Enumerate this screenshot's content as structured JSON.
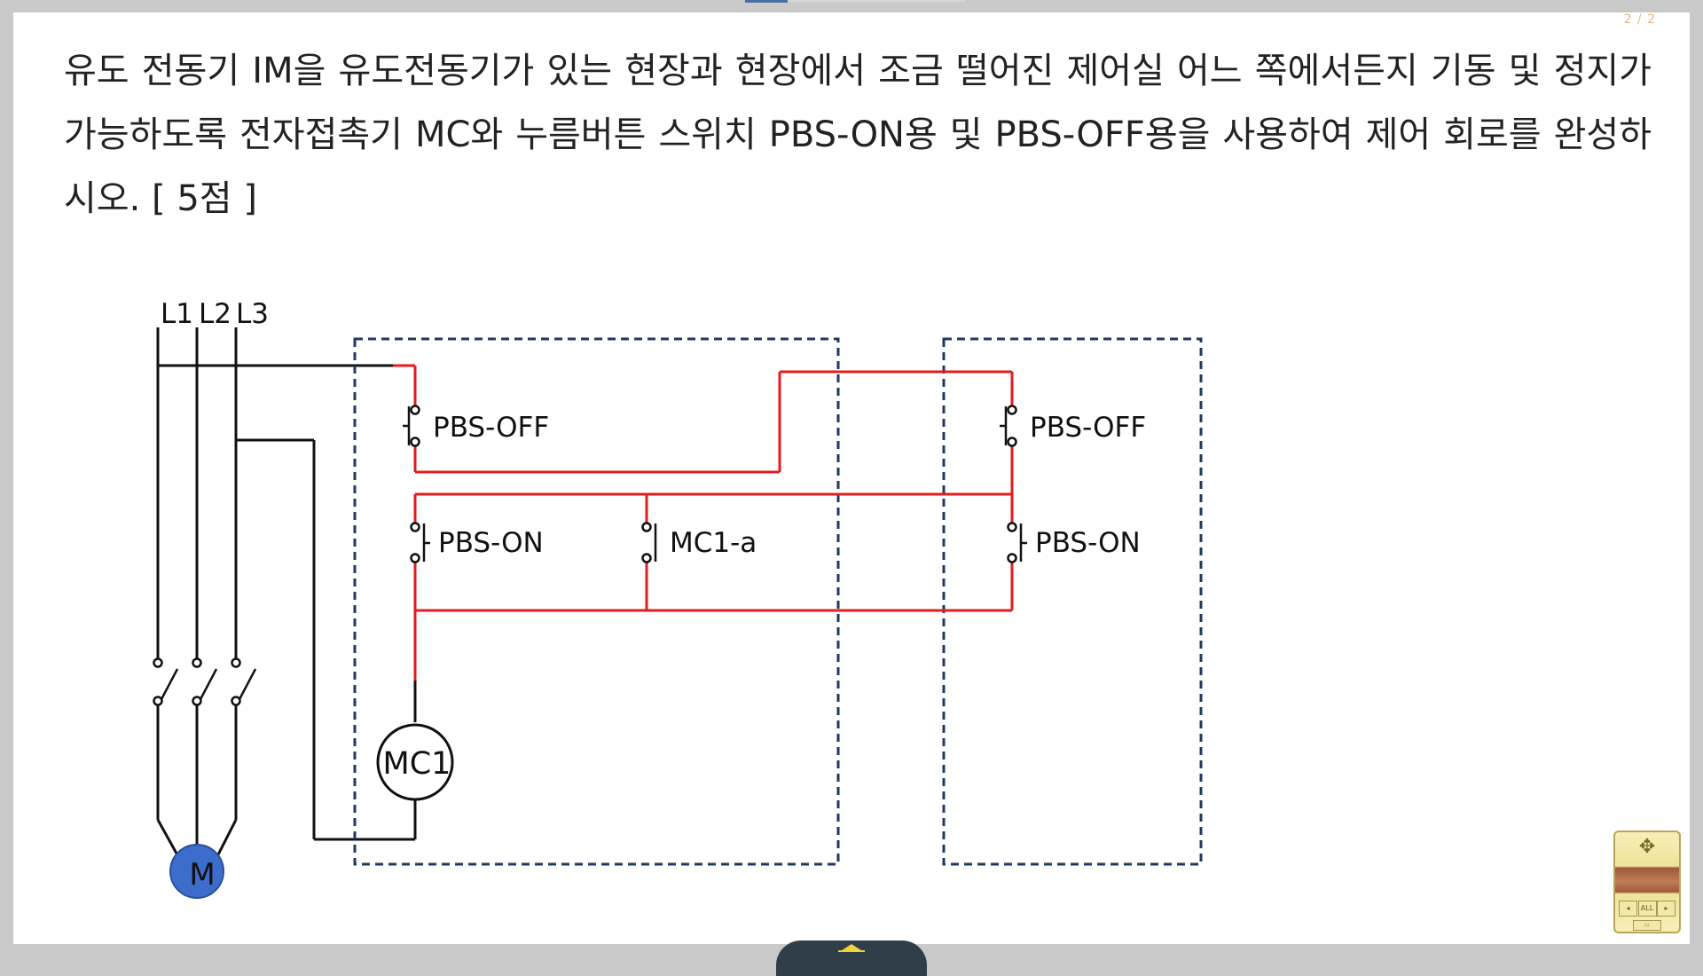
{
  "page": {
    "indicator": "2 / 2"
  },
  "question": {
    "text": "유도 전동기 IM을 유도전동기가 있는 현장과 현장에서 조금 떨어진 제어실 어느 쪽에서든지 기동 및 정지가 가능하도록 전자접촉기 MC와 누름버튼 스위치 PBS-ON용 및 PBS-OFF용을 사용하여 제어 회로를 완성하시오. [ 5점 ]"
  },
  "diagram": {
    "phase_labels": [
      "L1",
      "L2",
      "L3"
    ],
    "motor_label": "M",
    "coil_label": "MC1",
    "box_left": {
      "pbs_off": "PBS-OFF",
      "pbs_on": "PBS-ON",
      "mc_contact": "MC1-a"
    },
    "box_right": {
      "pbs_off": "PBS-OFF",
      "pbs_on": "PBS-ON"
    },
    "colors": {
      "answer_wire": "#e01e1e",
      "base_wire": "#111111",
      "box_border": "#1f3864",
      "motor_fill": "#3d6dcc"
    }
  },
  "viewer": {
    "nav_widget_label": "ALL",
    "icons": [
      "move-icon",
      "first-page-icon",
      "all-pages-icon",
      "last-page-icon",
      "up-arrow-icon"
    ]
  }
}
